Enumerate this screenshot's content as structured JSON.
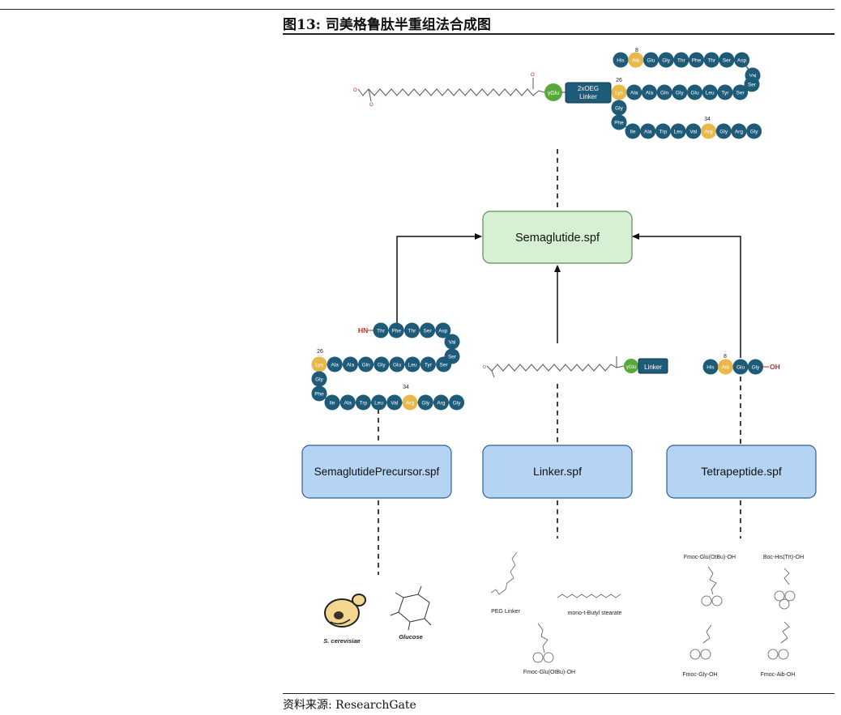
{
  "caption": "图13: 司美格鲁肽半重组法合成图",
  "source": "资料来源: ResearchGate",
  "colors": {
    "residue": "#1d5b78",
    "special_residue": "#e9b84a",
    "glu_ring": "#56a83a",
    "linker_box": "#1d5b78",
    "top_box_fill": "#d6f0d3",
    "top_box_stroke": "#5a8c58",
    "sub_box_fill": "#b5d4f4",
    "sub_box_stroke": "#2c5f92",
    "hn_oh": "#c0281d"
  },
  "boxes": {
    "semaglutide": "Semaglutide.spf",
    "precursor": "SemaglutidePrecursor.spf",
    "linker": "Linker.spf",
    "tetrapeptide": "Tetrapeptide.spf"
  },
  "top_molecule": {
    "yglu": "γGlu",
    "linker_line1": "2xOEG",
    "linker_line2": "Linker",
    "pos8": "8",
    "pos26": "26",
    "pos34": "34",
    "row1": [
      "His",
      "Aib",
      "Glu",
      "Gly",
      "Thr",
      "Phe",
      "Thr",
      "Ser",
      "Asp"
    ],
    "turn1": [
      "Val",
      "Ser"
    ],
    "row2": [
      "Lys",
      "Ala",
      "Ala",
      "Gln",
      "Gly",
      "Glu",
      "Leu",
      "Tyr",
      "Ser"
    ],
    "turn2": [
      "Gly",
      "Phe"
    ],
    "row3": [
      "Ile",
      "Ala",
      "Trp",
      "Leu",
      "Val",
      "Arg",
      "Gly",
      "Arg",
      "Gly"
    ]
  },
  "precursor_molecule": {
    "hn": "HN",
    "pos26": "26",
    "pos34": "34",
    "row1": [
      "Thr",
      "Phe",
      "Thr",
      "Ser",
      "Asp"
    ],
    "turn1": [
      "Val",
      "Ser"
    ],
    "row2": [
      "Lys",
      "Ala",
      "Ala",
      "Gln",
      "Gly",
      "Glu",
      "Leu",
      "Tyr",
      "Ser"
    ],
    "turn2": [
      "Gly",
      "Phe"
    ],
    "row3": [
      "Ile",
      "Ala",
      "Trp",
      "Leu",
      "Val",
      "Arg",
      "Gly",
      "Arg",
      "Gly"
    ]
  },
  "linker_molecule": {
    "yglu": "γGlu",
    "linker": "Linker"
  },
  "tetrapeptide_molecule": {
    "pos8": "8",
    "residues": [
      "His",
      "Aib",
      "Glu",
      "Gly"
    ],
    "oh": "OH"
  },
  "raw_materials": {
    "yeast": "S. cerevisiae",
    "glucose": "Glucose",
    "peg": "PEG Linker",
    "stearate": "mono-t-Butyl stearate",
    "fmoc_glu_linker": "Fmoc-Glu(OtBu)-OH",
    "fmoc_glu": "Fmoc-Glu(OtBu)-OH",
    "boc_his": "Boc-His(Trt)-OH",
    "fmoc_gly": "Fmoc-Gly-OH",
    "fmoc_aib": "Fmoc-Aib-OH"
  }
}
